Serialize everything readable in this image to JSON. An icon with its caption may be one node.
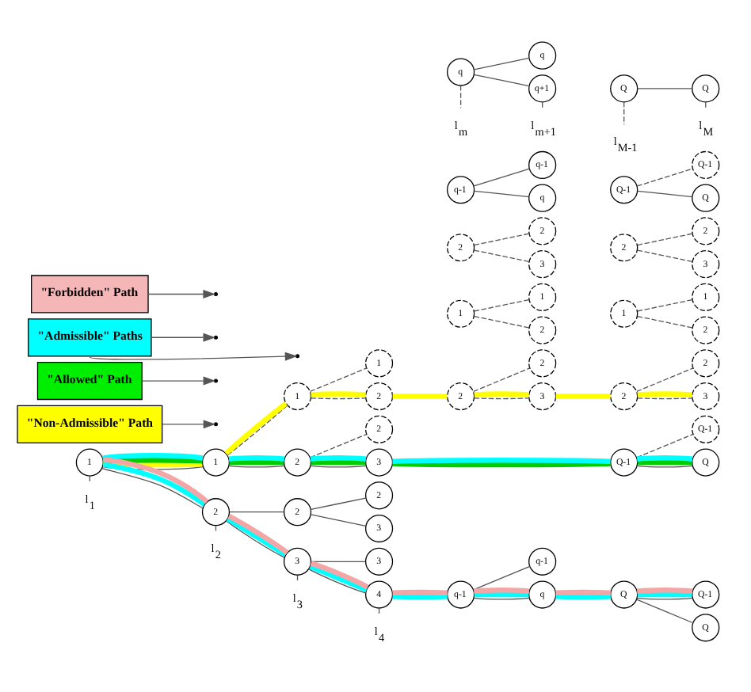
{
  "diagram": {
    "nodes": [
      {
        "text": [
          "1"
        ]
      },
      {
        "text": [
          "1"
        ]
      },
      {
        "text": [
          "2"
        ]
      },
      {
        "text": [
          "1"
        ]
      },
      {
        "text": [
          "2"
        ]
      },
      {
        "text": [
          "2"
        ]
      },
      {
        "text": [
          "3"
        ]
      },
      {
        "text": [
          "1"
        ]
      },
      {
        "text": [
          "2"
        ]
      },
      {
        "text": [
          "2"
        ]
      },
      {
        "text": [
          "3"
        ]
      },
      {
        "text": [
          "2"
        ]
      },
      {
        "text": [
          "3"
        ]
      },
      {
        "text": [
          "3"
        ]
      },
      {
        "text": [
          "4"
        ]
      },
      {
        "text": [
          "1"
        ]
      },
      {
        "text": [
          "2"
        ]
      },
      {
        "text": [
          "2"
        ]
      },
      {
        "text": [
          "q-1"
        ]
      },
      {
        "text": [
          "q-1"
        ]
      },
      {
        "text": [
          "q"
        ]
      },
      {
        "text": [
          "1"
        ]
      },
      {
        "text": [
          "2"
        ]
      },
      {
        "text": [
          "2"
        ]
      },
      {
        "text": [
          "3"
        ]
      },
      {
        "text": [
          "2"
        ]
      },
      {
        "text": [
          "3"
        ]
      },
      {
        "text": [
          "q-1"
        ]
      },
      {
        "text": [
          "q"
        ]
      },
      {
        "text": [
          "q-1"
        ]
      },
      {
        "text": [
          "q"
        ]
      },
      {
        "text": [
          "q"
        ]
      },
      {
        "text": [
          "q+1"
        ]
      },
      {
        "text": [
          "1"
        ]
      },
      {
        "text": [
          "2"
        ]
      },
      {
        "text": [
          "2"
        ]
      },
      {
        "text": [
          "Q-1"
        ]
      },
      {
        "text": [
          "Q-1"
        ]
      },
      {
        "text": [
          "Q"
        ]
      },
      {
        "text": [
          "Q"
        ]
      },
      {
        "text": [
          "1"
        ]
      },
      {
        "text": [
          "2"
        ]
      },
      {
        "text": [
          "2"
        ]
      },
      {
        "text": [
          "3"
        ]
      },
      {
        "text": [
          "2"
        ]
      },
      {
        "text": [
          "3"
        ]
      },
      {
        "text": [
          "Q-1"
        ]
      },
      {
        "text": [
          "Q"
        ]
      },
      {
        "text": [
          "Q-1"
        ]
      },
      {
        "text": [
          "Q"
        ]
      },
      {
        "text": [
          "Q-1"
        ]
      },
      {
        "text": [
          "Q"
        ]
      },
      {
        "text": [
          "Q"
        ]
      },
      {
        "text": [
          "l$_{1}$"
        ]
      },
      {
        "text": [
          "l$_{2}$"
        ]
      },
      {
        "text": [
          "l$_{3}$"
        ]
      },
      {
        "text": [
          "l$_{4}$"
        ]
      },
      {
        "text": [
          "l$_{m}$"
        ]
      },
      {
        "text": [
          "l$_{m+1}$"
        ]
      },
      {
        "text": [
          "l$_{M-1}$"
        ]
      },
      {
        "text": [
          "l$_{M}$"
        ]
      },
      {
        "text": [
          "\"Non-Admissible\" Path"
        ]
      },
      {
        "text": [
          "\"Allowed\" Path"
        ]
      },
      {
        "text": [
          "\"Admissible\" Paths"
        ]
      },
      {
        "text": [
          "\"Forbidden\" Path"
        ]
      }
    ],
    "edges": [
      {
        "from": 0,
        "to": 1,
        "arrow": "none"
      },
      {
        "from": 0,
        "to": 2,
        "arrow": "none"
      },
      {
        "from": 1,
        "to": 3,
        "arrow": "none",
        "style": "dashed"
      },
      {
        "from": 1,
        "to": 4,
        "arrow": "none"
      },
      {
        "from": 2,
        "to": 5,
        "arrow": "none"
      },
      {
        "from": 2,
        "to": 6,
        "arrow": "none"
      },
      {
        "from": 3,
        "to": 7,
        "arrow": "none",
        "style": "dashed"
      },
      {
        "from": 3,
        "to": 8,
        "arrow": "none",
        "style": "dashed"
      },
      {
        "from": 4,
        "to": 9,
        "arrow": "none",
        "style": "dashed"
      },
      {
        "from": 4,
        "to": 10,
        "arrow": "none"
      },
      {
        "from": 5,
        "to": 11,
        "arrow": "none"
      },
      {
        "from": 5,
        "to": 12,
        "arrow": "none"
      },
      {
        "from": 6,
        "to": 13,
        "arrow": "none"
      },
      {
        "from": 6,
        "to": 14,
        "arrow": "none"
      },
      {
        "from": 15,
        "to": 21,
        "arrow": "none",
        "style": "dashed"
      },
      {
        "from": 15,
        "to": 22,
        "arrow": "none",
        "style": "dashed"
      },
      {
        "from": 16,
        "to": 23,
        "arrow": "none",
        "style": "dashed"
      },
      {
        "from": 16,
        "to": 24,
        "arrow": "none",
        "style": "dashed"
      },
      {
        "from": 17,
        "to": 25,
        "arrow": "none",
        "style": "dashed"
      },
      {
        "from": 17,
        "to": 26,
        "arrow": "none",
        "style": "dashed"
      },
      {
        "from": 18,
        "to": 27,
        "arrow": "none"
      },
      {
        "from": 18,
        "to": 28,
        "arrow": "none"
      },
      {
        "from": 19,
        "to": 29,
        "arrow": "none"
      },
      {
        "from": 19,
        "to": 30,
        "arrow": "none"
      },
      {
        "from": 20,
        "to": 31,
        "arrow": "none"
      },
      {
        "from": 20,
        "to": 32,
        "arrow": "none"
      },
      {
        "from": 33,
        "to": 40,
        "arrow": "none",
        "style": "dashed"
      },
      {
        "from": 33,
        "to": 41,
        "arrow": "none",
        "style": "dashed"
      },
      {
        "from": 34,
        "to": 42,
        "arrow": "none",
        "style": "dashed"
      },
      {
        "from": 34,
        "to": 43,
        "arrow": "none",
        "style": "dashed"
      },
      {
        "from": 35,
        "to": 44,
        "arrow": "none",
        "style": "dashed"
      },
      {
        "from": 35,
        "to": 45,
        "arrow": "none",
        "style": "dashed"
      },
      {
        "from": 36,
        "to": 46,
        "arrow": "none",
        "style": "dashed"
      },
      {
        "from": 36,
        "to": 47,
        "arrow": "none"
      },
      {
        "from": 37,
        "to": 48,
        "arrow": "none",
        "style": "dashed"
      },
      {
        "from": 37,
        "to": 49,
        "arrow": "none"
      },
      {
        "from": 38,
        "to": 50,
        "arrow": "none"
      },
      {
        "from": 38,
        "to": 51,
        "arrow": "none"
      },
      {
        "from": 39,
        "to": 52,
        "arrow": "none"
      },
      {
        "from": 0,
        "to": 53,
        "arrow": "none",
        "style": "dashed"
      },
      {
        "from": 2,
        "to": 54,
        "arrow": "none",
        "style": "dashed"
      },
      {
        "from": 6,
        "to": 55,
        "arrow": "none",
        "style": "dashed"
      },
      {
        "from": 14,
        "to": 56,
        "arrow": "none",
        "style": "dashed"
      },
      {
        "from": 20,
        "to": 57,
        "arrow": "none",
        "style": "dashed"
      },
      {
        "from": 32,
        "to": 58,
        "arrow": "none",
        "style": "dashed"
      },
      {
        "from": 39,
        "to": 59,
        "arrow": "none",
        "style": "dashed"
      },
      {
        "from": 52,
        "to": 60,
        "arrow": "none",
        "style": "dashed"
      },
      {
        "from": 0,
        "to": 1,
        "arrow": "none",
        "style": "thick",
        "color": "#ffff00"
      },
      {
        "from": 1,
        "to": 3,
        "arrow": "none",
        "style": "thick",
        "color": "#ffff00"
      },
      {
        "from": 3,
        "to": 8,
        "arrow": "none",
        "style": "thick",
        "color": "#ffff00"
      },
      {
        "from": 8,
        "to": 16,
        "arrow": "none",
        "style": "thick",
        "color": "#ffff00"
      },
      {
        "from": 16,
        "to": 24,
        "arrow": "none",
        "style": "thick",
        "color": "#ffff00"
      },
      {
        "from": 24,
        "to": 35,
        "arrow": "none",
        "style": "thick",
        "color": "#ffff00"
      },
      {
        "from": 35,
        "to": 45,
        "arrow": "none",
        "style": "thick",
        "color": "#ffff00"
      },
      {
        "from": 0,
        "to": 1,
        "arrow": "none",
        "style": "thick",
        "color": "#00cc00"
      },
      {
        "from": 1,
        "to": 4,
        "arrow": "none",
        "style": "thick",
        "color": "#00cc00"
      },
      {
        "from": 4,
        "to": 10,
        "arrow": "none",
        "style": "thick",
        "color": "#00cc00"
      },
      {
        "from": 10,
        "to": 36,
        "arrow": "none",
        "style": "thick",
        "color": "#00cc00"
      },
      {
        "from": 36,
        "to": 47,
        "arrow": "none",
        "style": "thick",
        "color": "#00cc00"
      },
      {
        "from": 0,
        "to": 1,
        "arrow": "none",
        "style": "thick",
        "color": "#00ffff"
      },
      {
        "from": 1,
        "to": 4,
        "arrow": "none",
        "style": "thick",
        "color": "#00ffff"
      },
      {
        "from": 4,
        "to": 10,
        "arrow": "none",
        "style": "thick",
        "color": "#00ffff"
      },
      {
        "from": 10,
        "to": 36,
        "arrow": "none",
        "style": "thick",
        "color": "#00ffff"
      },
      {
        "from": 36,
        "to": 47,
        "arrow": "none",
        "style": "thick",
        "color": "#00ffff"
      },
      {
        "from": 0,
        "to": 2,
        "arrow": "none",
        "style": "thick",
        "color": "#00ffff"
      },
      {
        "from": 2,
        "to": 6,
        "arrow": "none",
        "style": "thick",
        "color": "#00ffff"
      },
      {
        "from": 6,
        "to": 14,
        "arrow": "none",
        "style": "thick",
        "color": "#00ffff"
      },
      {
        "from": 14,
        "to": 19,
        "arrow": "none",
        "style": "thick",
        "color": "#00ffff"
      },
      {
        "from": 19,
        "to": 30,
        "arrow": "none",
        "style": "thick",
        "color": "#00ffff"
      },
      {
        "from": 30,
        "to": 38,
        "arrow": "none",
        "style": "thick",
        "color": "#00ffff"
      },
      {
        "from": 38,
        "to": 50,
        "arrow": "none",
        "style": "thick",
        "color": "#00ffff"
      },
      {
        "from": 0,
        "to": 2,
        "arrow": "none",
        "style": "thick",
        "color": "#f4a6a6"
      },
      {
        "from": 2,
        "to": 6,
        "arrow": "none",
        "style": "thick",
        "color": "#f4a6a6"
      },
      {
        "from": 6,
        "to": 14,
        "arrow": "none",
        "style": "thick",
        "color": "#f4a6a6"
      },
      {
        "from": 14,
        "to": 19,
        "arrow": "none",
        "style": "thick",
        "color": "#f4a6a6"
      },
      {
        "from": 19,
        "to": 30,
        "arrow": "none",
        "style": "thick",
        "color": "#f4a6a6"
      },
      {
        "from": 30,
        "to": 38,
        "arrow": "none",
        "style": "thick",
        "color": "#f4a6a6"
      },
      {
        "from": 38,
        "to": 50,
        "arrow": "none",
        "style": "thick",
        "color": "#f4a6a6"
      },
      {
        "from": 61,
        "to": null,
        "arrow": "to"
      },
      {
        "from": 62,
        "to": null,
        "arrow": "to"
      },
      {
        "from": 63,
        "to": null,
        "arrow": "to"
      },
      {
        "from": 63,
        "to": null,
        "arrow": "to"
      },
      {
        "from": 64,
        "to": null,
        "arrow": "to"
      }
    ]
  }
}
